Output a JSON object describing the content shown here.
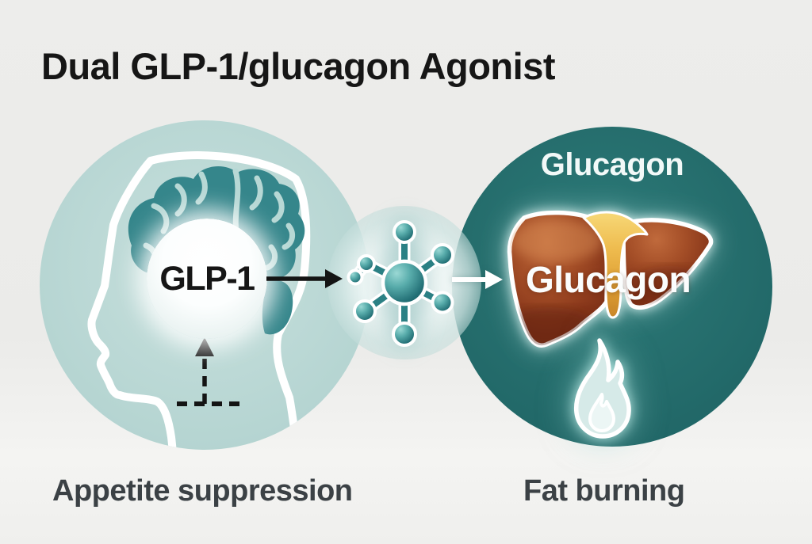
{
  "title": "Dual GLP-1/glucagon Agonist",
  "brain_section": {
    "hormone": "GLP-1",
    "caption": "Appetite suppression"
  },
  "liver_section": {
    "heading": "Glucagon",
    "organ_label": "Glucagon",
    "caption": "Fat burning"
  },
  "icons": {
    "left": [
      "head-silhouette-icon",
      "brain-icon",
      "dashed-up-arrow-icon"
    ],
    "middle": [
      "molecule-icon",
      "black-right-arrow-icon",
      "white-right-arrow-icon"
    ],
    "right": [
      "liver-icon",
      "gallbladder-icon",
      "flame-icon"
    ]
  },
  "colors": {
    "background": "#ECECEA",
    "light_circle": "#B9D8D5",
    "dark_circle": "#226B6C",
    "brain_teal": "#35868B",
    "molecule_teal": "#2B8084",
    "liver_brown": "#9A4423",
    "gallbladder_yellow": "#EEC05A",
    "title_text": "#161616",
    "caption_text": "#3B4145",
    "arrow_black": "#141414",
    "arrow_white": "#FFFFFF"
  }
}
